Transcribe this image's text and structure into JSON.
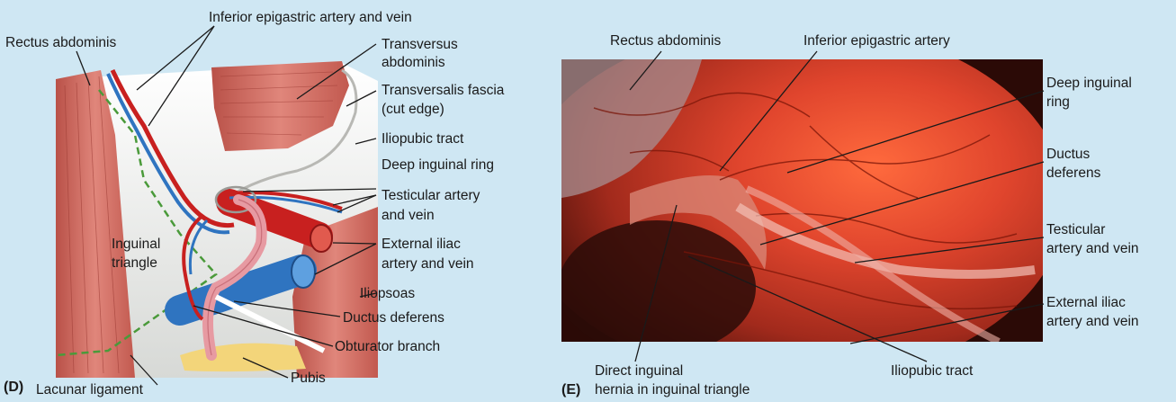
{
  "panel_d": {
    "letter": "(D)",
    "labels": {
      "rectus": "Rectus abdominis",
      "inf_epi": "Inferior epigastric artery and vein",
      "transversus_1": "Transversus",
      "transversus_2": "abdominis",
      "transversalis_1": "Transversalis fascia",
      "transversalis_2": "(cut edge)",
      "iliopubic": "Iliopubic tract",
      "deep_ring": "Deep inguinal ring",
      "testicular_1": "Testicular artery",
      "testicular_2": "and vein",
      "external_1": "External iliac",
      "external_2": "artery and vein",
      "iliopsoas": "Iliopsoas",
      "ductus": "Ductus deferens",
      "obturator": "Obturator branch",
      "pubis": "Pubis",
      "lacunar": "Lacunar ligament",
      "inguinal_tri_1": "Inguinal",
      "inguinal_tri_2": "triangle"
    }
  },
  "panel_e": {
    "letter": "(E)",
    "labels": {
      "rectus": "Rectus abdominis",
      "inf_epi": "Inferior epigastric artery",
      "deep_ring_1": "Deep inguinal",
      "deep_ring_2": "ring",
      "ductus_1": "Ductus",
      "ductus_2": "deferens",
      "testicular_1": "Testicular",
      "testicular_2": "artery and vein",
      "external_1": "External iliac",
      "external_2": "artery and vein",
      "direct_1": "Direct inguinal",
      "direct_2": "hernia in inguinal triangle",
      "iliopubic": "Iliopubic tract"
    }
  },
  "colors": {
    "background": "#cfe7f3",
    "artery": "#c8201f",
    "vein": "#2f74c0",
    "muscle": "#c9635a",
    "ductus": "#e79aa2",
    "fascia": "#f2f2ef",
    "photo_dark": "#3a0d08",
    "photo_red": "#d9412b"
  }
}
